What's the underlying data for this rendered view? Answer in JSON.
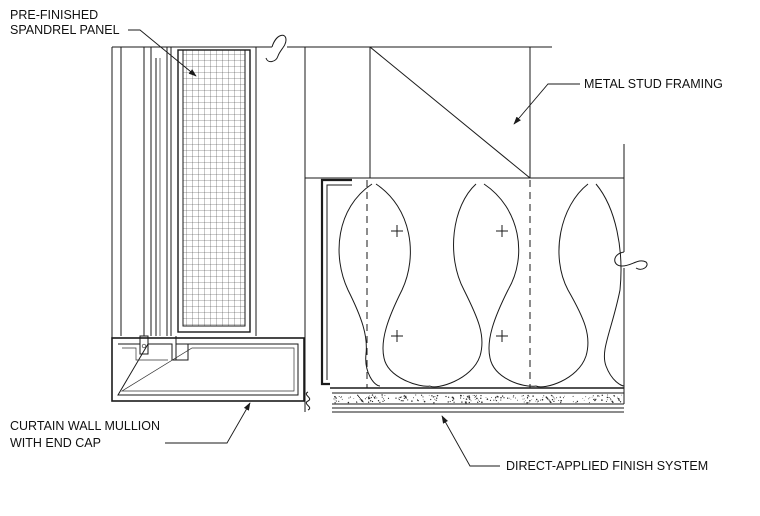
{
  "labels": {
    "spandrel": [
      "PRE-FINISHED",
      "SPANDREL PANEL"
    ],
    "metal_stud": "METAL STUD FRAMING",
    "mullion": [
      "CURTAIN WALL MULLION",
      "WITH END CAP"
    ],
    "finish_system": "DIRECT-APPLIED FINISH SYSTEM"
  },
  "colors": {
    "line": "#1a1a1a",
    "background": "#ffffff"
  }
}
